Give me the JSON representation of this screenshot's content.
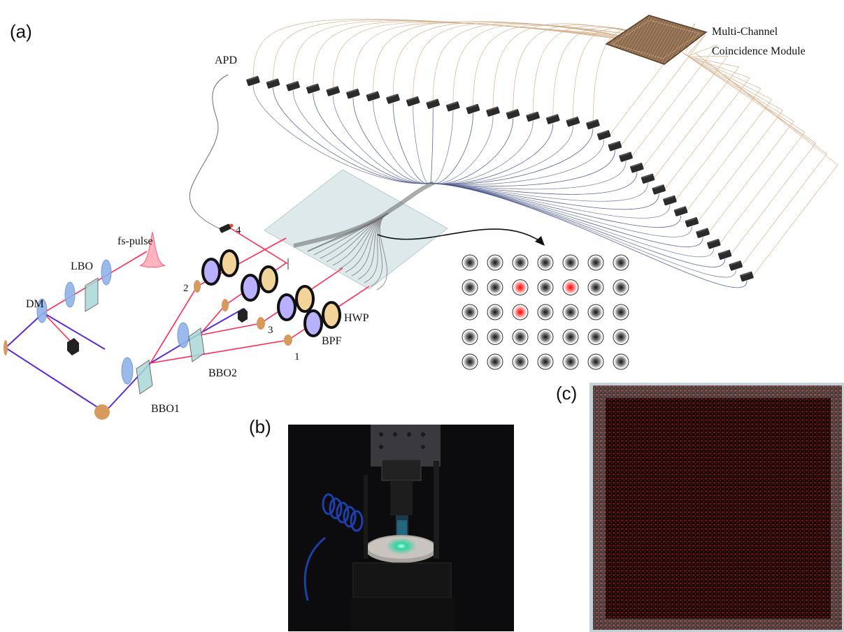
{
  "panels": {
    "a": "(a)",
    "b": "(b)",
    "c": "(c)"
  },
  "labels": {
    "apd": "APD",
    "coincidence_line1": "Multi-Channel",
    "coincidence_line2": "Coincidence Module",
    "fs_pulse": "fs-pulse",
    "lbo": "LBO",
    "dm": "DM",
    "bbo1": "BBO1",
    "bbo2": "BBO2",
    "hwp": "HWP",
    "bpf": "BPF",
    "port_1": "1",
    "port_2": "2",
    "port_3": "3",
    "port_4": "4"
  },
  "detector_grid": {
    "rows": 5,
    "cols": 7,
    "highlighted": [
      [
        1,
        2
      ],
      [
        1,
        4
      ],
      [
        2,
        2
      ]
    ],
    "highlight_color": "#ff1f1f",
    "spot_color": "#222222"
  },
  "colors": {
    "pump_beam": "#5b2bd6",
    "photon_beam": "#ff2a55",
    "fiber": "#5a6a8a",
    "output_wire": "#c8a07a",
    "lens": "#8fb3e8",
    "filter_ring": "#1a1a1a",
    "hwp_fill": "#f2d49a",
    "bpf_fill": "#b9b0ff",
    "mirror": "#d79a5e",
    "chip": "#dfe7ea",
    "module": "#7a5a40",
    "sample_bg": "#1a0a0a",
    "sample_dots": "#c0392b"
  }
}
